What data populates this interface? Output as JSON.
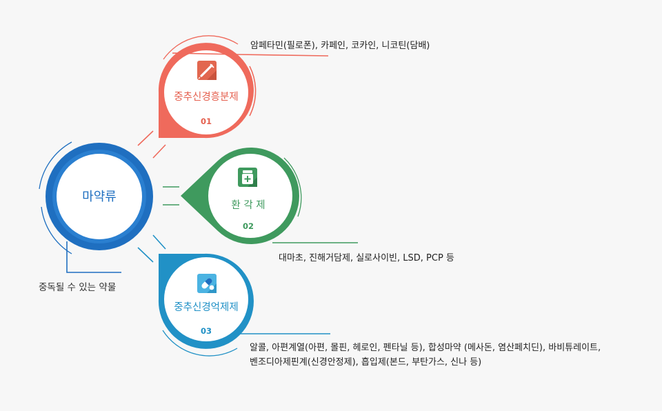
{
  "center": {
    "title": "마약류",
    "caption": "중독될 수 있는 약물",
    "color": "#1f6fc0"
  },
  "categories": [
    {
      "name": "중추신경흥분제",
      "number": "01",
      "color": "#ef6a5c",
      "icon": "syringe-icon",
      "description": [
        "암페타민(필로폰), 카페인, 코카인, 니코틴(담배)"
      ]
    },
    {
      "name": "환 각 제",
      "number": "02",
      "color": "#3f9a5e",
      "icon": "medicine-bottle-icon",
      "description": [
        "대마초, 진해거담제, 실로사이빈, LSD, PCP 등"
      ]
    },
    {
      "name": "중추신경억제제",
      "number": "03",
      "color": "#2191c6",
      "icon": "pills-icon",
      "description": [
        "알콜, 아편계열(아편, 몰핀, 헤로인, 펜타닐 등), 합성마약 (메사돈, 염산페치딘), 바비튜레이트,",
        "벤조디아제핀계(신경안정제), 흡입제(본드, 부탄가스, 신나 등)"
      ]
    }
  ]
}
